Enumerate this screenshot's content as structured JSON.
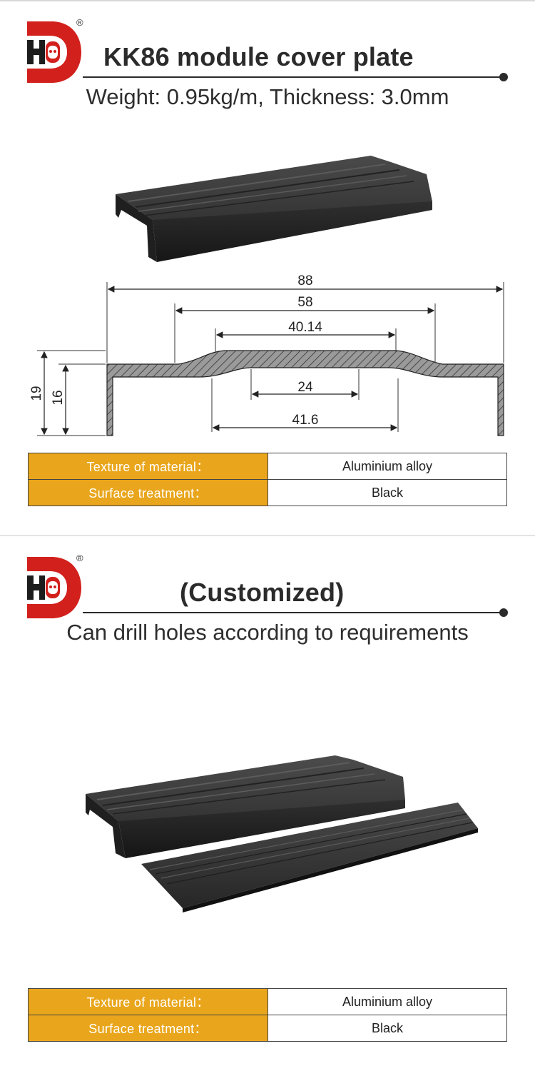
{
  "colors": {
    "brand_red": "#d2201c",
    "table_key_bg": "#e9a61c",
    "product_black": "#2a2a2a"
  },
  "brand": {
    "logo_text": "HD",
    "registered_mark": "®"
  },
  "section1": {
    "title": "KK86 module cover plate",
    "subtitle": "Weight: 0.95kg/m, Thickness: 3.0mm",
    "dimensions": {
      "d88": "88",
      "d58": "58",
      "d40_14": "40.14",
      "d24": "24",
      "d41_6": "41.6",
      "d19": "19",
      "d16": "16"
    },
    "spec": [
      {
        "label": "Texture of material：",
        "value": "Aluminium alloy"
      },
      {
        "label": "Surface treatment：",
        "value": "Black"
      }
    ]
  },
  "section2": {
    "title": "(Customized)",
    "subtitle": "Can drill holes according to requirements",
    "spec": [
      {
        "label": "Texture of material：",
        "value": "Aluminium alloy"
      },
      {
        "label": "Surface treatment：",
        "value": "Black"
      }
    ]
  }
}
